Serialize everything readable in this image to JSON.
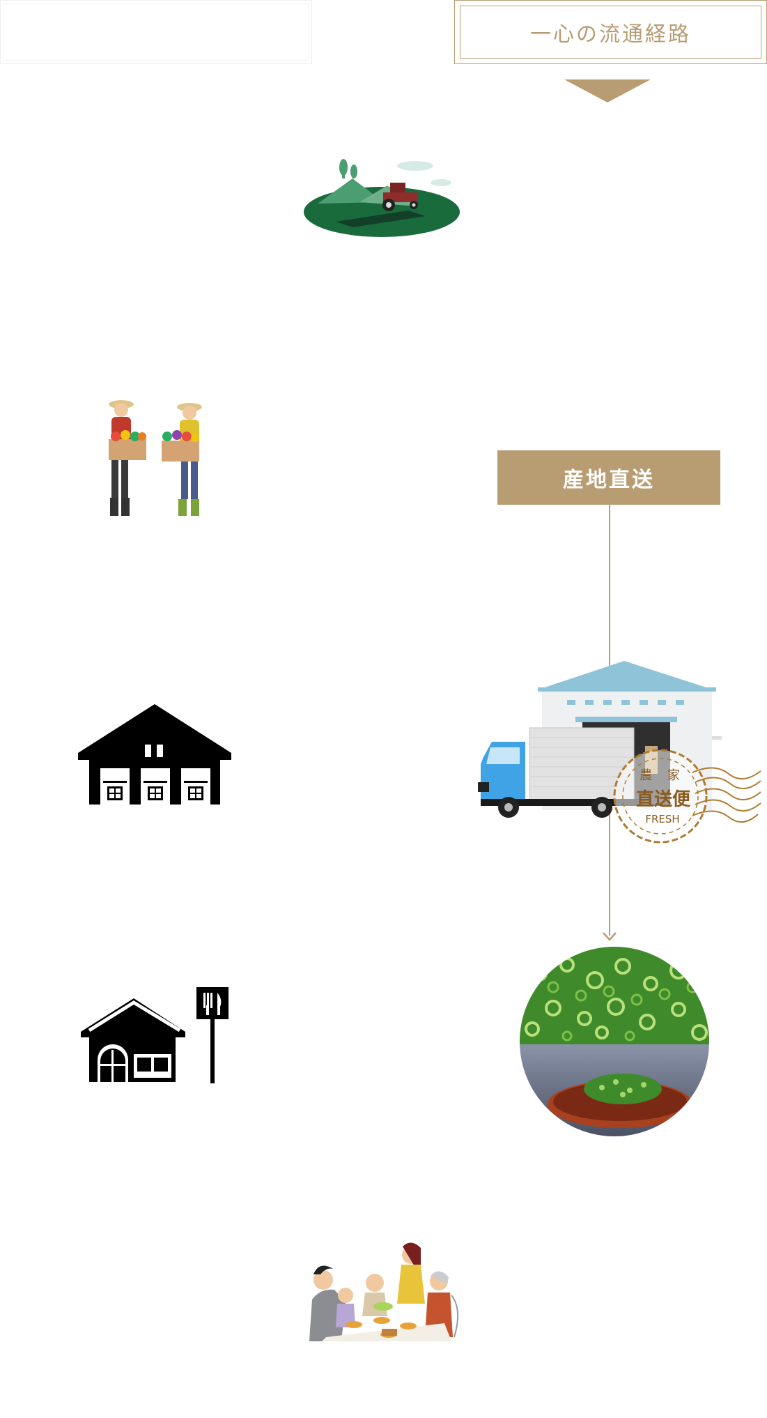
{
  "header": {
    "title": "一心の流通経路"
  },
  "flow": {
    "origin_direct_label": "産地直送"
  },
  "stamp": {
    "line1": "農 家",
    "line2": "直送便",
    "line3": "FRESH"
  },
  "colors": {
    "accent_gold": "#b89c72",
    "farm_green": "#1a6b3c",
    "truck_blue": "#3fa3e6",
    "icon_black": "#000000"
  },
  "icons": [
    "farm-tractor-icon",
    "farmers-icon",
    "warehouse-icon",
    "restaurant-icon",
    "delivery-truck-warehouse-illustration",
    "direct-delivery-stamp",
    "green-onion-okonomiyaki-photo",
    "family-dining-icon"
  ]
}
